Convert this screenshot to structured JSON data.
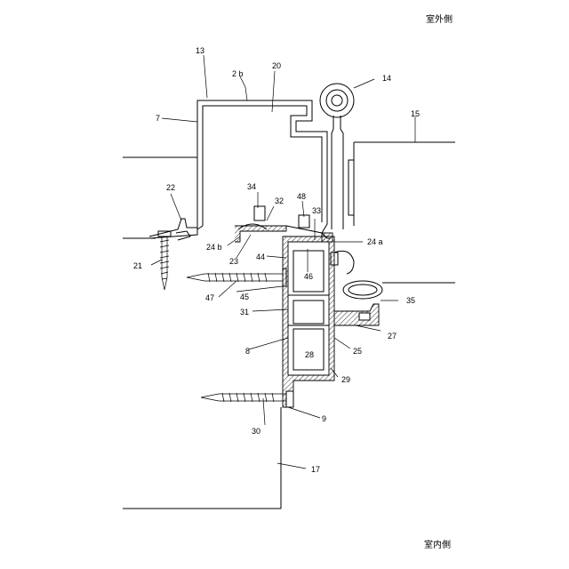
{
  "side_labels": {
    "outdoor": "室外側",
    "indoor": "室内側"
  },
  "refs": {
    "r13": "13",
    "r2b": "2 b",
    "r20": "20",
    "r14": "14",
    "r7": "7",
    "r15": "15",
    "r22": "22",
    "r34": "34",
    "r32": "32",
    "r48": "48",
    "r33": "33",
    "r24b": "24 b",
    "r24a": "24 a",
    "r23": "23",
    "r44": "44",
    "r46": "46",
    "r21": "21",
    "r47": "47",
    "r45": "45",
    "r35": "35",
    "r31": "31",
    "r27": "27",
    "r8": "8",
    "r28": "28",
    "r25": "25",
    "r29": "29",
    "r9": "9",
    "r30": "30",
    "r17": "17"
  }
}
